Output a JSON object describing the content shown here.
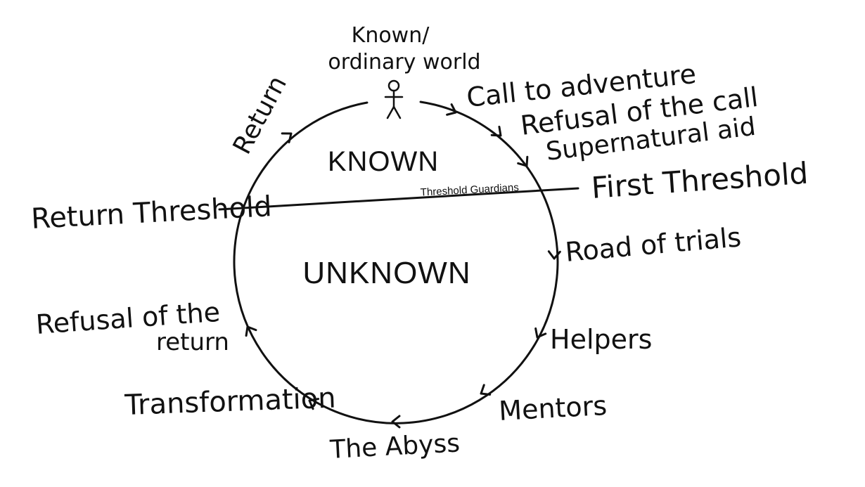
{
  "diagram": {
    "top_label_line1": "Known/",
    "top_label_line2": "ordinary world",
    "inner_known": "KNOWN",
    "inner_unknown": "UNKNOWN",
    "threshold_guardians": "Threshold Guardians",
    "stages": {
      "call_to_adventure": "Call to adventure",
      "refusal_of_the_call": "Refusal of the call",
      "supernatural_aid": "Supernatural aid",
      "first_threshold": "First Threshold",
      "road_of_trials": "Road of trials",
      "helpers": "Helpers",
      "mentors": "Mentors",
      "the_abyss": "The Abyss",
      "transformation": "Transformation",
      "refusal_of_the_return_line1": "Refusal of the",
      "refusal_of_the_return_line2": "return",
      "return_threshold": "Return Threshold",
      "return": "Return"
    },
    "colors": {
      "ink": "#111111",
      "background": "#ffffff"
    }
  }
}
